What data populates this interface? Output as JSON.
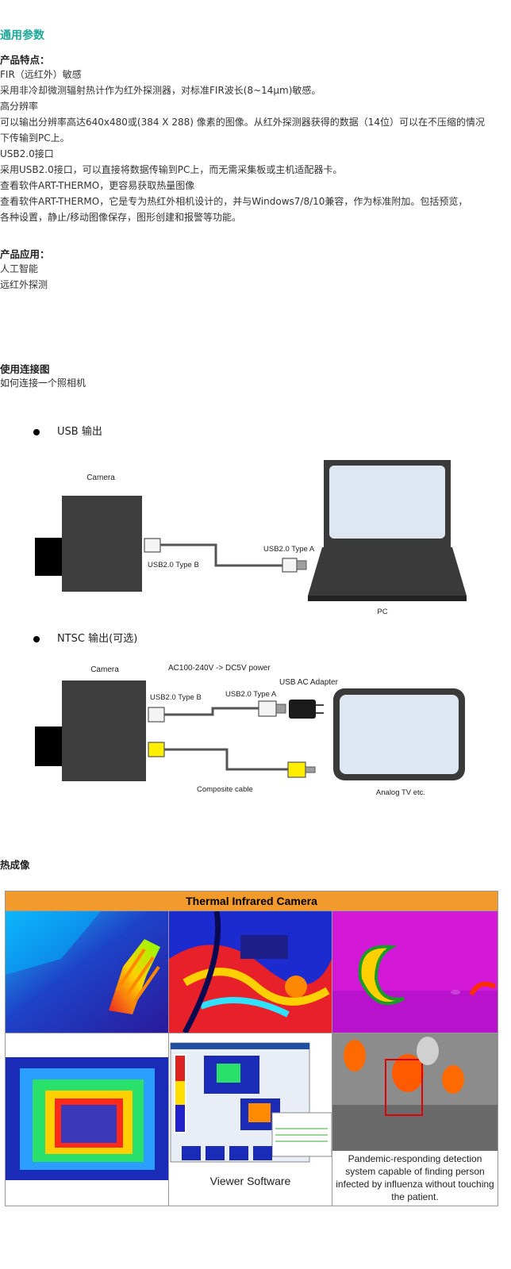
{
  "general": {
    "title": "通用参数",
    "features_heading": "产品特点：",
    "features": [
      "FIR（远红外）敏感",
      "采用非冷却微测辐射热计作为红外探测器，对标准FIR波长(8~14μm)敏感。",
      "高分辨率",
      "可以输出分辨率高达640x480或(384 X 288) 像素的图像。从红外探测器获得的数据（14位）可以在不压缩的情况",
      "下传输到PC上。",
      "USB2.0接口",
      "采用USB2.0接口，可以直接将数据传输到PC上，而无需采集板或主机适配器卡。",
      "查看软件ART-THERMO，更容易获取热量图像",
      "查看软件ART-THERMO，它是专为热红外相机设计的，并与Windows7/8/10兼容，作为标准附加。包括预览，",
      "各种设置，静止/移动图像保存，图形创建和报警等功能。"
    ],
    "apps_heading": "产品应用：",
    "apps": [
      "人工智能",
      "远红外探测"
    ]
  },
  "connection": {
    "title": "使用连接图",
    "subtitle": "如何连接一个照相机",
    "usb_bullet": "USB 输出",
    "ntsc_bullet": "NTSC 输出(可选)",
    "d1": {
      "camera": "Camera",
      "type_b": "USB2.0 Type B",
      "type_a": "USB2.0 Type A",
      "pc": "PC"
    },
    "d2": {
      "camera": "Camera",
      "power": "AC100-240V -> DC5V power",
      "adapter": "USB AC Adapter",
      "type_b": "USB2.0 Type B",
      "type_a": "USB2.0 Type A",
      "composite": "Composite cable",
      "tv": "Analog TV etc."
    }
  },
  "thermal": {
    "title": "热成像",
    "banner": "Thermal Infrared Camera",
    "viewer_caption": "Viewer Software",
    "pandemic_caption": "Pandemic-responding detection system capable of finding person infected by influenza without touching the patient."
  },
  "colors": {
    "teal": "#1fa79a",
    "camera_body": "#3d3d3d",
    "laptop": "#3a3a3a",
    "screen": "#dde6f1",
    "yellow": "#ffee00",
    "banner": "#f39a2c"
  }
}
